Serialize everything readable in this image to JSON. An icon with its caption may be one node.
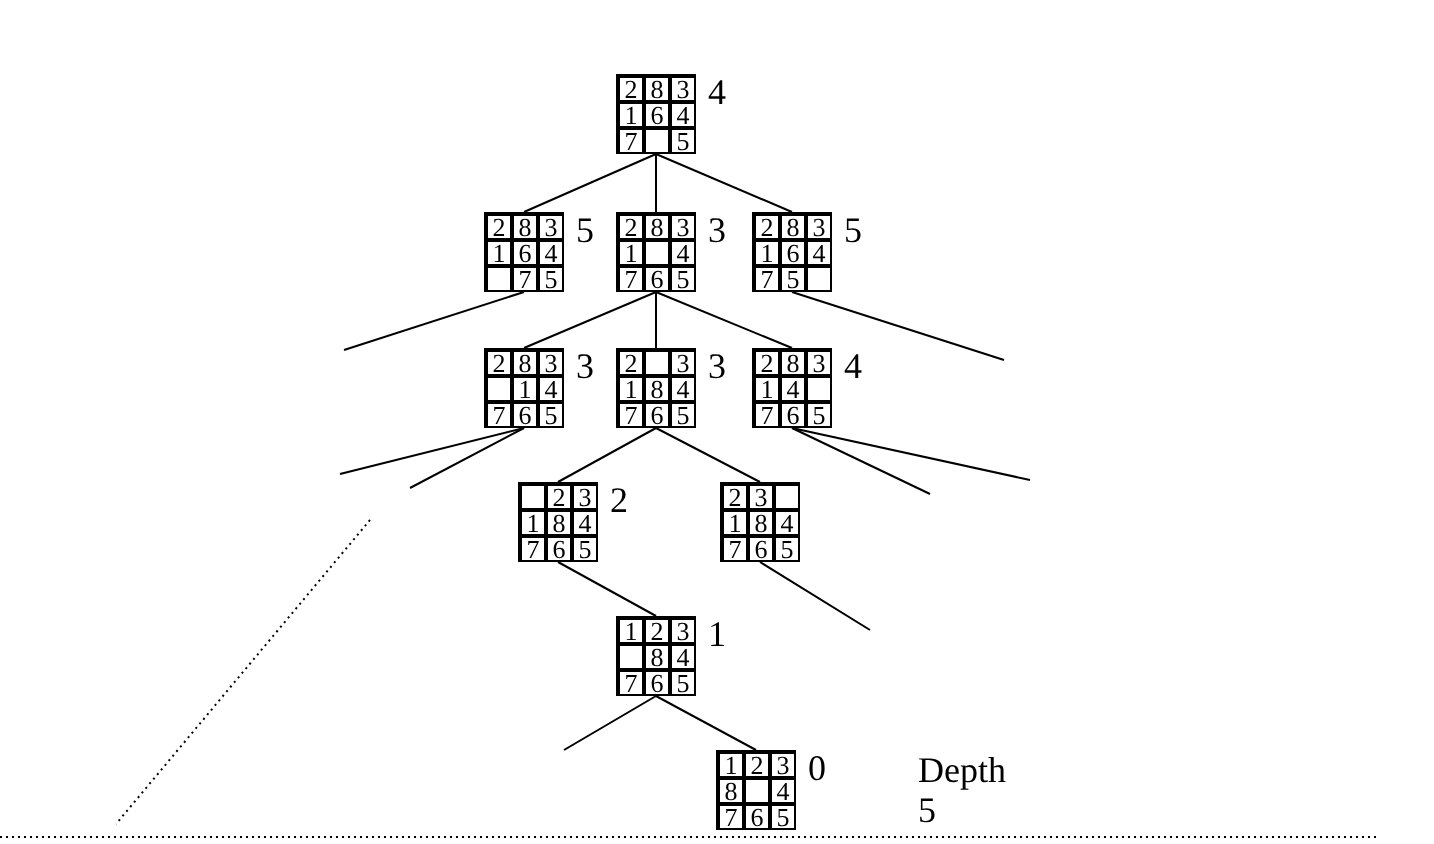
{
  "diagram": {
    "nodes": [
      {
        "text": [
          "2",
          "8",
          "3",
          "1",
          "6",
          "4",
          "7",
          "5"
        ],
        "beside": [
          "4"
        ]
      },
      {
        "text": [
          "2",
          "8",
          "3",
          "1",
          "6",
          "4",
          "7",
          "5"
        ],
        "beside": [
          "5"
        ]
      },
      {
        "text": [
          "2",
          "8",
          "3",
          "1",
          "4",
          "7",
          "6",
          "5"
        ],
        "beside": [
          "3"
        ]
      },
      {
        "text": [
          "2",
          "8",
          "3",
          "1",
          "6",
          "4",
          "7",
          "5"
        ],
        "beside": [
          "5"
        ]
      },
      {
        "text": [
          "2",
          "8",
          "3",
          "1",
          "4",
          "7",
          "6",
          "5"
        ],
        "beside": [
          "3"
        ]
      },
      {
        "text": [
          "2",
          "3",
          "1",
          "8",
          "4",
          "7",
          "6",
          "5"
        ],
        "beside": [
          "3"
        ]
      },
      {
        "text": [
          "2",
          "8",
          "3",
          "1",
          "4",
          "7",
          "6",
          "5"
        ],
        "beside": [
          "4"
        ]
      },
      {
        "text": [
          "2",
          "3",
          "1",
          "8",
          "4",
          "7",
          "6",
          "5"
        ],
        "beside": [
          "2"
        ]
      },
      {
        "text": [
          "2",
          "3",
          "1",
          "8",
          "4",
          "7",
          "6",
          "5"
        ]
      },
      {
        "text": [
          "1",
          "2",
          "3",
          "8",
          "4",
          "7",
          "6",
          "5"
        ],
        "beside": [
          "1"
        ]
      },
      {
        "text": [
          "1",
          "2",
          "3",
          "8",
          "4",
          "7",
          "6",
          "5"
        ],
        "beside": [
          "0"
        ]
      }
    ],
    "edges": [
      {
        "from": 0,
        "to": 1,
        "arrow": "none"
      },
      {
        "from": 0,
        "to": 2,
        "arrow": "none"
      },
      {
        "from": 0,
        "to": 3,
        "arrow": "none"
      },
      {
        "from": 1,
        "to": null,
        "arrow": "none"
      },
      {
        "from": 3,
        "to": null,
        "arrow": "none"
      },
      {
        "from": 2,
        "to": 4,
        "arrow": "none"
      },
      {
        "from": 2,
        "to": 5,
        "arrow": "none"
      },
      {
        "from": 2,
        "to": 6,
        "arrow": "none"
      },
      {
        "from": 4,
        "to": null,
        "arrow": "none"
      },
      {
        "from": 4,
        "to": null,
        "arrow": "none"
      },
      {
        "from": 6,
        "to": null,
        "arrow": "none"
      },
      {
        "from": 6,
        "to": null,
        "arrow": "none"
      },
      {
        "from": 5,
        "to": 7,
        "arrow": "none"
      },
      {
        "from": 5,
        "to": 8,
        "arrow": "none"
      },
      {
        "from": 7,
        "to": 9,
        "arrow": "none"
      },
      {
        "from": 8,
        "to": null,
        "arrow": "none"
      },
      {
        "from": 9,
        "to": 10,
        "arrow": "none"
      },
      {
        "from": 9,
        "to": null,
        "arrow": "none"
      }
    ],
    "labels": [
      "Depth 5"
    ]
  }
}
